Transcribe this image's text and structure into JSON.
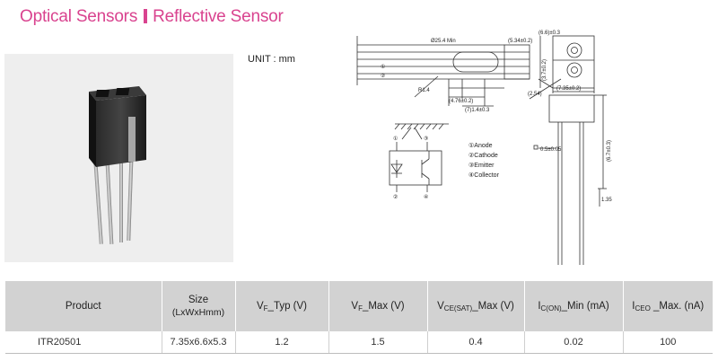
{
  "header": {
    "category": "Optical Sensors",
    "subcategory": "Reflective Sensor"
  },
  "unit_label": "UNIT : mm",
  "pin_legend": [
    "①Anode",
    "②Cathode",
    "③Emitter",
    "④Collector"
  ],
  "drawing": {
    "dim_total": "Ø25.4 Min",
    "dim_width": "(5.34±0.2)",
    "dim_pitch": "(2.54)",
    "dim_body": "(4.76±0.2)",
    "dim_base": "(7)1.4±0.3",
    "dim_top": "(6.6)±0.3",
    "dim_side": "(7.35±0.2)",
    "dim_height": "(6.7±0.3)",
    "dim_lead": "0.5±0.05",
    "dim_gap": "1.35",
    "dim_right": "(3.7±0.2)",
    "dim_r": "R1.4",
    "pin_nums": [
      "①",
      "②",
      "③",
      "④"
    ]
  },
  "table": {
    "headers": {
      "product": "Product",
      "size": "Size",
      "size_unit": "(LxWxHmm)",
      "vf_typ_main": "V",
      "vf_typ_sub": "F",
      "vf_typ_rest": "_Typ (V)",
      "vf_max_main": "V",
      "vf_max_sub": "F",
      "vf_max_rest": "_Max (V)",
      "vce_main": "V",
      "vce_sub": "CE(SAT)",
      "vce_rest": "_Max (V)",
      "ic_main": "I",
      "ic_sub": "C(ON)",
      "ic_rest": "_Min (mA)",
      "iceo_main": "I",
      "iceo_sub": "CEO",
      "iceo_rest": " _Max. (nA)"
    },
    "rows": [
      {
        "product": "ITR20501",
        "size": "7.35x6.6x5.3",
        "vf_typ": "1.2",
        "vf_max": "1.5",
        "vce_max": "0.4",
        "ic_min": "0.02",
        "iceo_max": "100"
      }
    ]
  }
}
